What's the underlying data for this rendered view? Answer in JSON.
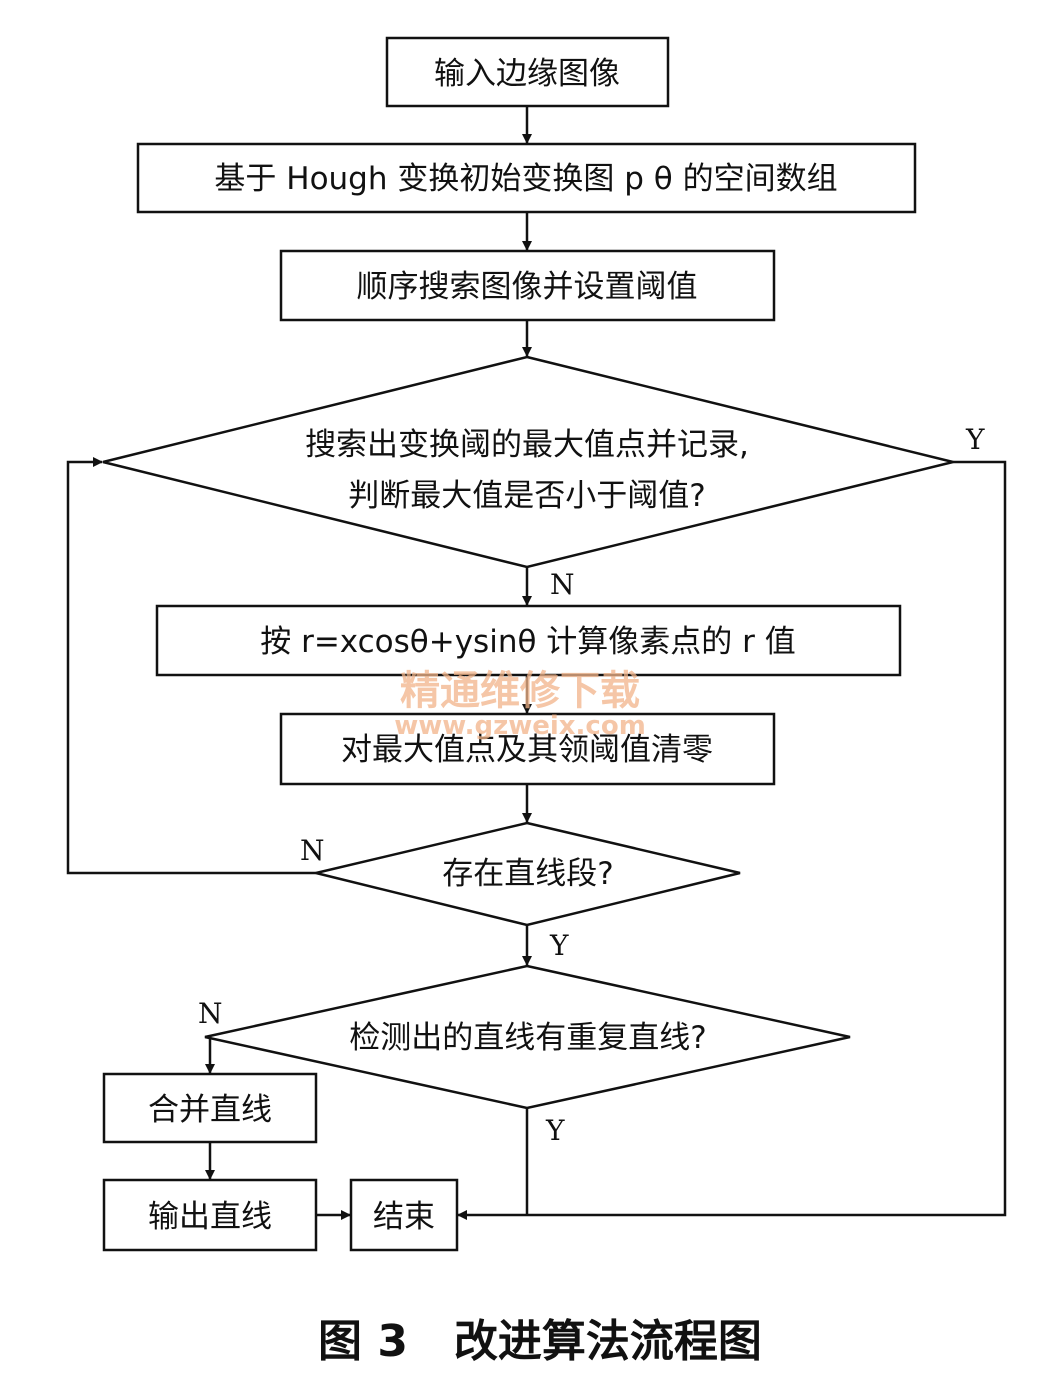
{
  "nodes": {
    "input": "输入边缘图像",
    "hough": "基于 Hough 变换初始变换图 p θ 的空间数组",
    "search": "顺序搜索图像并设置阈值",
    "max_line1": "搜索出变换阈的最大值点并记录,",
    "max_line2": "判断最大值是否小于阈值?",
    "compute": "按 r=xcosθ+ysinθ 计算像素点的 r 值",
    "clear": "对最大值点及其领阈值清零",
    "segment": "存在直线段?",
    "duplicate": "检测出的直线有重复直线?",
    "merge": "合并直线",
    "output": "输出直线",
    "end": "结束"
  },
  "branches": {
    "max_yes": "Y",
    "max_no": "N",
    "segment_no": "N",
    "segment_yes": "Y",
    "duplicate_no": "N",
    "duplicate_yes": "Y"
  },
  "watermark": {
    "line1": "精通维修下载",
    "line2": "www.gzweix.com"
  },
  "caption": "图 3   改进算法流程图"
}
